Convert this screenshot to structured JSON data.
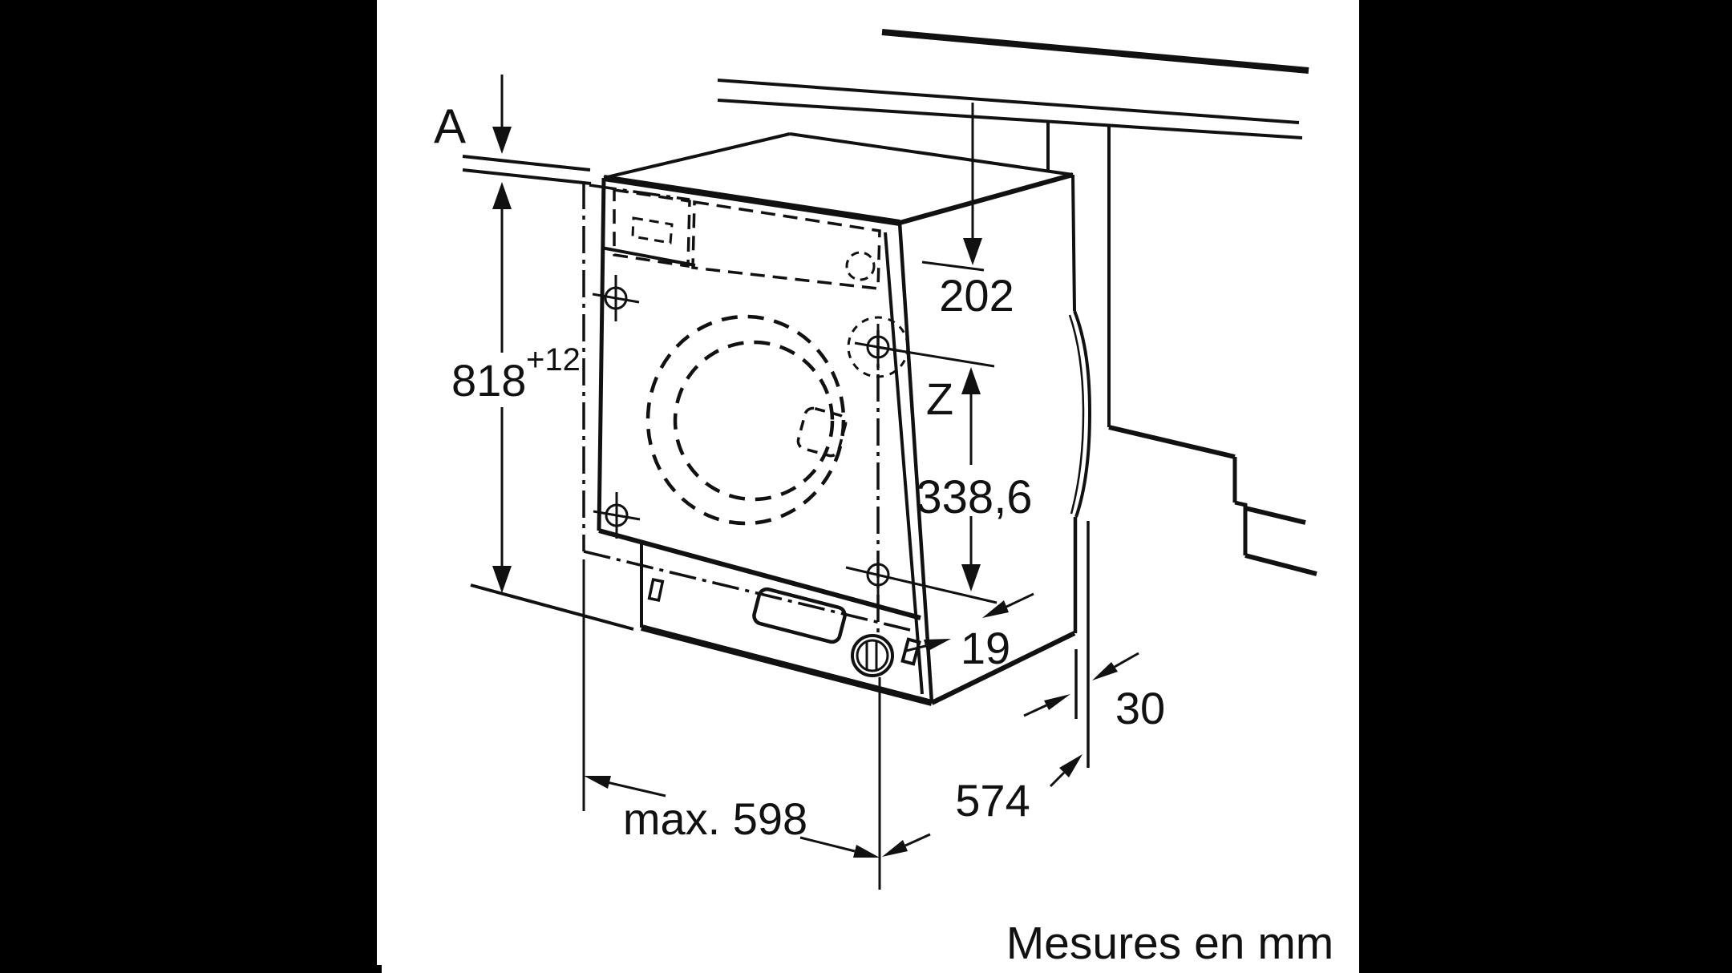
{
  "colors": {
    "letterbox": "#000000",
    "paper": "#ffffff",
    "ink": "#111111"
  },
  "caption": {
    "units_note": "Mesures en mm"
  },
  "drawing": {
    "labels": {
      "worktop_thickness_ref": "A",
      "niche_height_value": "818",
      "niche_height_tolerance": "+12",
      "top_offset": "202",
      "hinge_point_ref": "Z",
      "hinge_distance": "338,6",
      "base_offset": "19",
      "rear_clearance": "30",
      "depth": "574",
      "max_width": "max. 598"
    }
  }
}
